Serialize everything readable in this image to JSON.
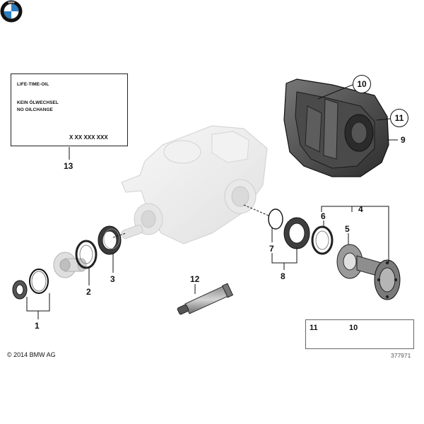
{
  "label_plate": {
    "line1": "LIFE-TIME-OIL",
    "line2": "KEIN ÖLWECHSEL",
    "line3": "NO OILCHANGE",
    "code": "X XX XXX XXX",
    "logo_letters": "BMW"
  },
  "callouts": {
    "c1": "1",
    "c2": "2",
    "c3": "3",
    "c4": "4",
    "c5": "5",
    "c6": "6",
    "c7": "7",
    "c8": "8",
    "c9": "9",
    "c10": "10",
    "c11": "11",
    "c12": "12",
    "c13": "13"
  },
  "inset": {
    "item_a": "11",
    "item_b": "10"
  },
  "footer": {
    "copyright": "© 2014 BMW AG",
    "diagram_id": "377971"
  },
  "colors": {
    "bmw_blue": "#2a7fc4",
    "ghost_housing": "#d9d9d9",
    "dark_part": "#3a3a3a"
  }
}
